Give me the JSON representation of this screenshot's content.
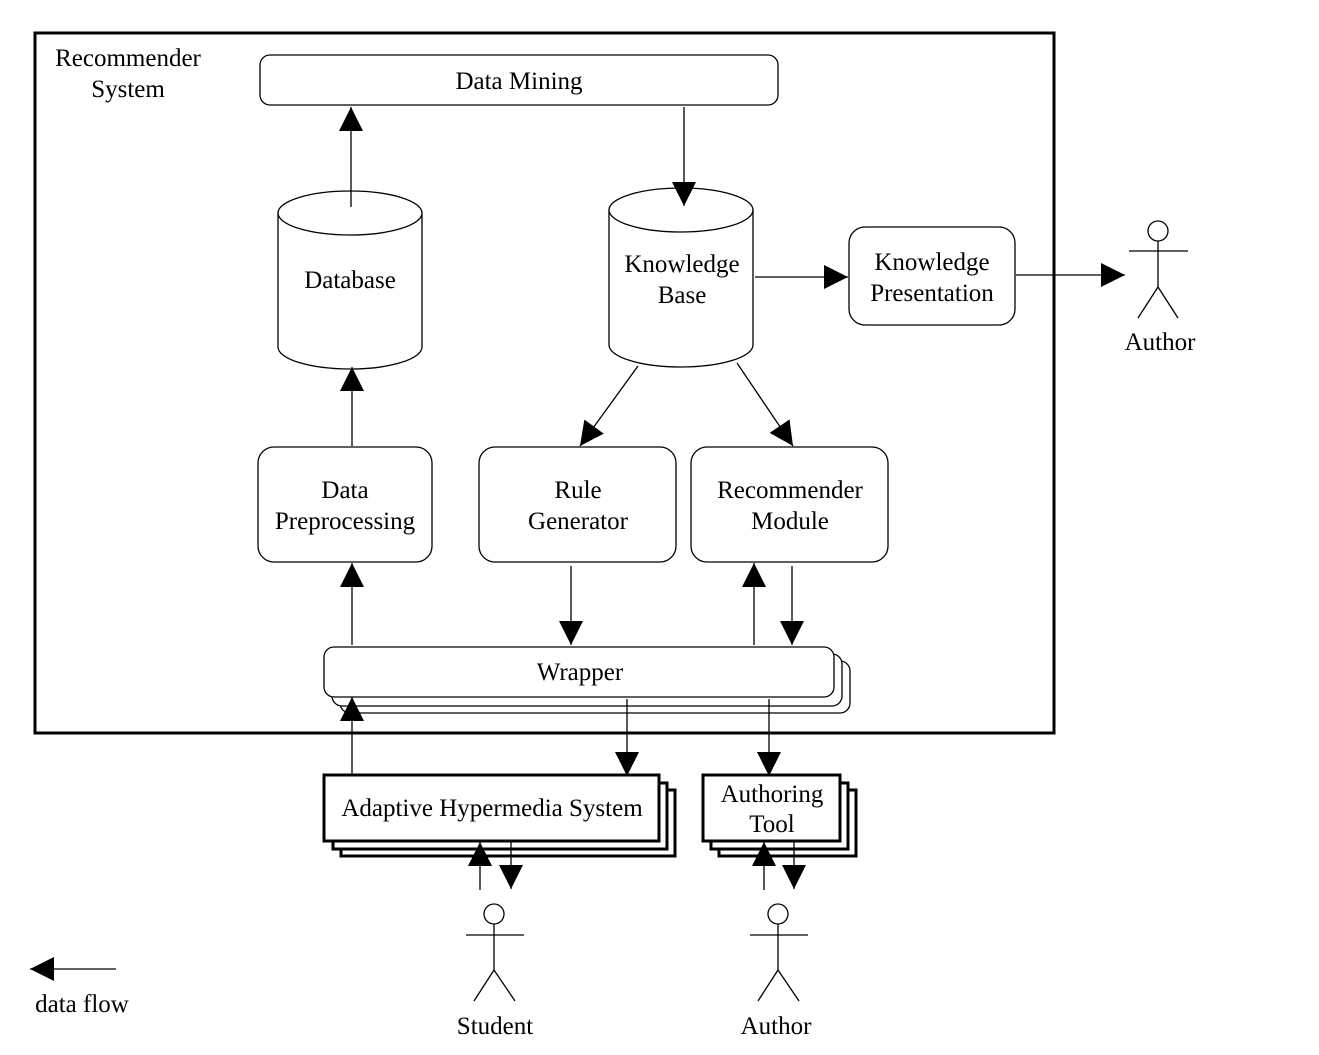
{
  "system": {
    "label_line1": "Recommender",
    "label_line2": "System"
  },
  "nodes": {
    "data_mining": "Data Mining",
    "database": "Database",
    "knowledge_base": {
      "line1": "Knowledge",
      "line2": "Base"
    },
    "knowledge_presentation": {
      "line1": "Knowledge",
      "line2": "Presentation"
    },
    "data_preprocessing": {
      "line1": "Data",
      "line2": "Preprocessing"
    },
    "rule_generator": {
      "line1": "Rule",
      "line2": "Generator"
    },
    "recommender_module": {
      "line1": "Recommender",
      "line2": "Module"
    },
    "wrapper": "Wrapper",
    "adaptive_hypermedia": "Adaptive Hypermedia System",
    "authoring_tool": {
      "line1": "Authoring",
      "line2": "Tool"
    }
  },
  "actors": {
    "author_right": "Author",
    "student": "Student",
    "author_bottom": "Author"
  },
  "legend": {
    "label": "data flow"
  }
}
